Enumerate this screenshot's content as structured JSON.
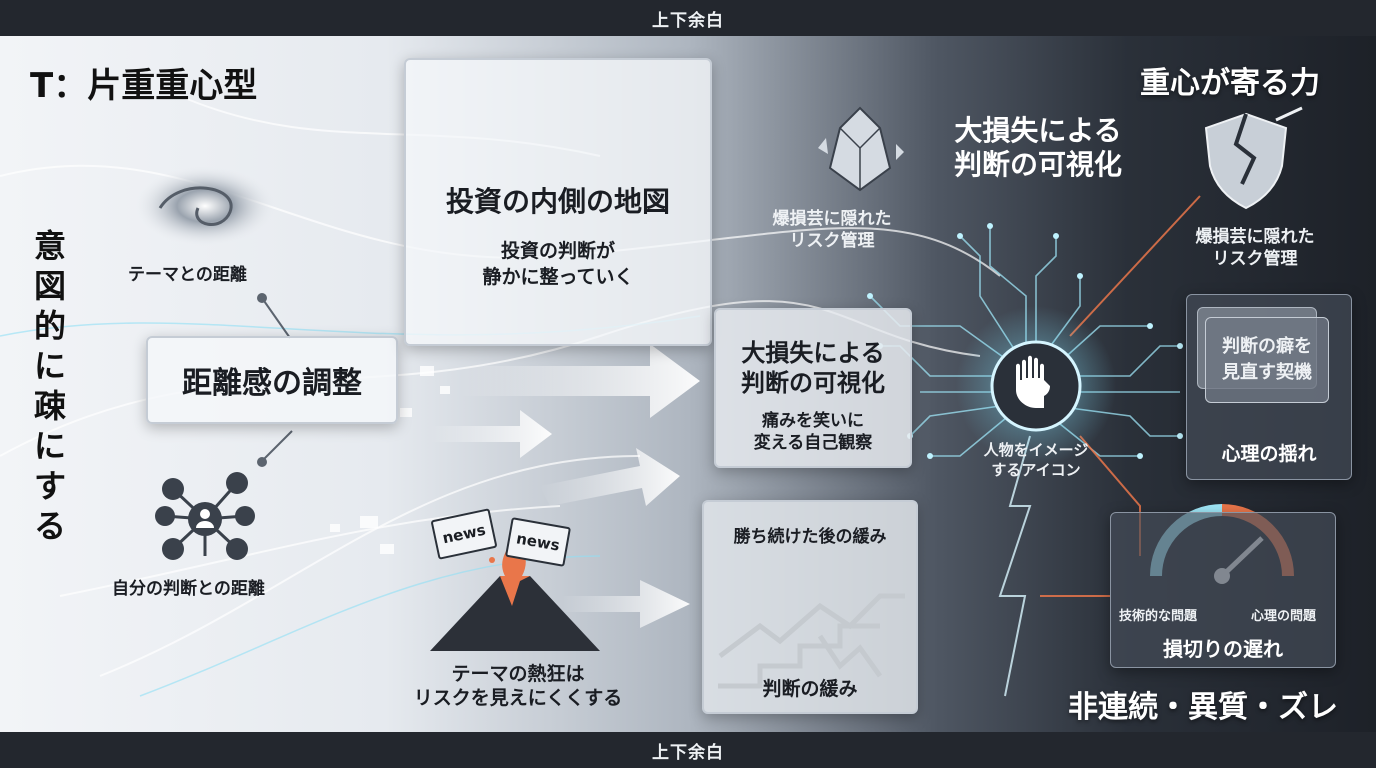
{
  "band": {
    "top": "上下余白",
    "bottom": "上下余白"
  },
  "title": "T：片重重心型",
  "vertical_label": "意\n図\n的\nに\n疎\nに\nす\nる",
  "left": {
    "theme_distance": "テーマとの距離",
    "adjust": "距離感の調整",
    "self_distance": "自分の判断との距離"
  },
  "map_card": {
    "title": "投資の内側の地図",
    "sub": "投資の判断が\n静かに整っていく"
  },
  "volcano": {
    "label": "テーマの熱狂は\nリスクを見えにくくする",
    "news1": "news",
    "news2": "news"
  },
  "center_card": {
    "title": "大損失による\n判断の可視化",
    "sub": "痛みを笑いに\n変える自己観察"
  },
  "loose_card": {
    "top": "勝ち続けた後の緩み",
    "bottom": "判断の緩み"
  },
  "crystal_label": "爆損芸に隠れた\nリスク管理",
  "top_center_title": "大損失による\n判断の可視化",
  "hub_label": "人物をイメージ\nするアイコン",
  "right": {
    "header": "重心が寄る力",
    "shield_label": "爆損芸に隠れた\nリスク管理",
    "stack_front": "判断の癖を\n見直す契機",
    "stack_bottom": "心理の揺れ",
    "gauge_left": "技術的な問題",
    "gauge_right": "心理の問題",
    "gauge_bottom": "損切りの遅れ",
    "footer": "非連続・異質・ズレ"
  },
  "colors": {
    "accent_orange": "#e9764a",
    "accent_cyan": "#7fd8f0",
    "dark": "#1d2128"
  }
}
